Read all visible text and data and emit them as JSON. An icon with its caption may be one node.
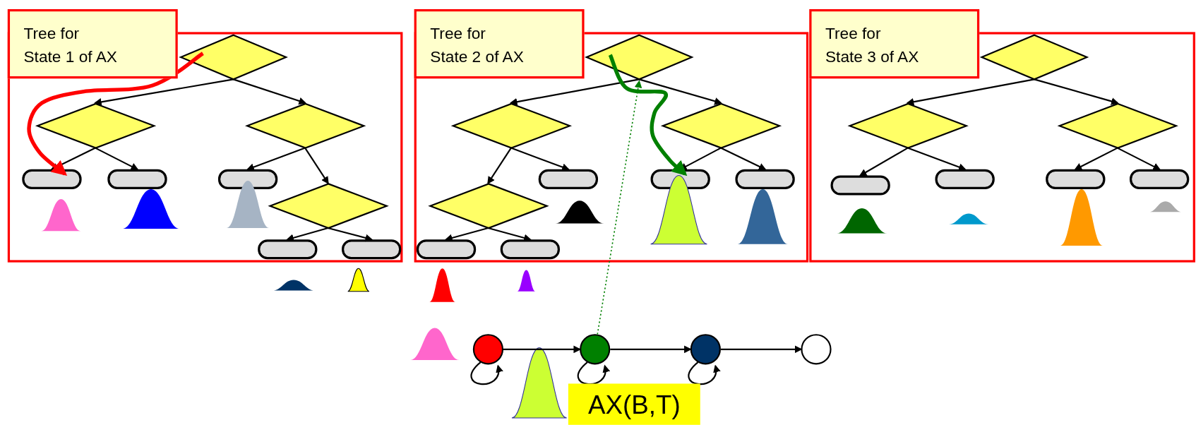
{
  "diagram": {
    "nodes": [
      {
        "text": [],
        "shape": "box"
      },
      {
        "text": [
          "Tree for State 1 of AX"
        ]
      },
      {
        "text": [],
        "shape": "diamond",
        "in": 0
      },
      {
        "text": [],
        "shape": "diamond",
        "in": 0
      },
      {
        "text": [],
        "shape": "diamond",
        "in": 0
      },
      {
        "text": [],
        "shape": "box",
        "in": 0
      },
      {
        "text": [],
        "shape": "box",
        "in": 0
      },
      {
        "text": [],
        "shape": "box",
        "in": 0
      },
      {
        "text": [],
        "shape": "diamond",
        "in": 0
      },
      {
        "text": [],
        "shape": "box",
        "in": 0
      },
      {
        "text": [],
        "shape": "box",
        "in": 0
      },
      {
        "text": [],
        "shape": "box"
      },
      {
        "text": [
          "Tree for State 2 of AX"
        ]
      },
      {
        "text": [],
        "shape": "diamond",
        "in": 11
      },
      {
        "text": [],
        "shape": "diamond",
        "in": 11
      },
      {
        "text": [],
        "shape": "diamond",
        "in": 11
      },
      {
        "text": [],
        "shape": "diamond",
        "in": 11
      },
      {
        "text": [],
        "shape": "box",
        "in": 11
      },
      {
        "text": [],
        "shape": "box",
        "in": 11
      },
      {
        "text": [],
        "shape": "box",
        "in": 11
      },
      {
        "text": [],
        "shape": "box",
        "in": 11
      },
      {
        "text": [],
        "shape": "box",
        "in": 11
      },
      {
        "text": [],
        "shape": "box"
      },
      {
        "text": [
          "Tree for State 3 of AX"
        ]
      },
      {
        "text": [],
        "shape": "diamond",
        "in": 22
      },
      {
        "text": [],
        "shape": "diamond",
        "in": 22
      },
      {
        "text": [],
        "shape": "diamond",
        "in": 22
      },
      {
        "text": [],
        "shape": "box",
        "in": 22
      },
      {
        "text": [],
        "shape": "box",
        "in": 22
      },
      {
        "text": [],
        "shape": "box",
        "in": 22
      },
      {
        "text": [],
        "shape": "box",
        "in": 22
      },
      {
        "text": [],
        "shape": "circle"
      },
      {
        "text": [],
        "shape": "circle"
      },
      {
        "text": [],
        "shape": "circle"
      },
      {
        "text": [],
        "shape": "circle"
      },
      {
        "text": [
          "AX(B,T)"
        ]
      },
      {
        "text": [],
        "shape": "curve",
        "in": 0
      },
      {
        "text": [],
        "shape": "curve",
        "in": 0
      },
      {
        "text": [],
        "shape": "curve",
        "in": 0
      },
      {
        "text": [],
        "shape": "curve"
      },
      {
        "text": [],
        "shape": "curve"
      },
      {
        "text": [],
        "shape": "curve",
        "in": 11
      },
      {
        "text": [],
        "shape": "curve",
        "in": 11
      },
      {
        "text": [],
        "shape": "curve",
        "in": 11
      },
      {
        "text": [],
        "shape": "curve"
      },
      {
        "text": [],
        "shape": "curve"
      },
      {
        "text": [],
        "shape": "curve",
        "in": 22
      },
      {
        "text": [],
        "shape": "curve",
        "in": 22
      },
      {
        "text": [],
        "shape": "curve",
        "in": 22
      },
      {
        "text": [],
        "shape": "curve",
        "in": 22
      },
      {
        "text": [],
        "shape": "curve"
      },
      {
        "text": [],
        "shape": "curve"
      }
    ],
    "edges": [
      {
        "from": 2,
        "to": 3,
        "arrow": "to"
      },
      {
        "from": 2,
        "to": 4,
        "arrow": "to"
      },
      {
        "from": 3,
        "to": 5,
        "arrow": "to"
      },
      {
        "from": 3,
        "to": 6,
        "arrow": "to"
      },
      {
        "from": 4,
        "to": 7,
        "arrow": "to"
      },
      {
        "from": 4,
        "to": 8,
        "arrow": "to"
      },
      {
        "from": 8,
        "to": 9,
        "arrow": "to"
      },
      {
        "from": 8,
        "to": 10,
        "arrow": "to"
      },
      {
        "from": 13,
        "to": 14,
        "arrow": "to"
      },
      {
        "from": 13,
        "to": 15,
        "arrow": "to"
      },
      {
        "from": 14,
        "to": 16,
        "arrow": "to"
      },
      {
        "from": 14,
        "to": 17,
        "arrow": "to"
      },
      {
        "from": 16,
        "to": 18,
        "arrow": "to"
      },
      {
        "from": 16,
        "to": 19,
        "arrow": "to"
      },
      {
        "from": 15,
        "to": 20,
        "arrow": "to"
      },
      {
        "from": 15,
        "to": 21,
        "arrow": "to"
      },
      {
        "from": 24,
        "to": 25,
        "arrow": "to"
      },
      {
        "from": 24,
        "to": 26,
        "arrow": "to"
      },
      {
        "from": 25,
        "to": 27,
        "arrow": "to"
      },
      {
        "from": 25,
        "to": 28,
        "arrow": "to"
      },
      {
        "from": 26,
        "to": 29,
        "arrow": "to"
      },
      {
        "from": 26,
        "to": 30,
        "arrow": "to"
      },
      {
        "from": 2,
        "to": 5,
        "arrow": "to",
        "style": "thick",
        "color": "#ff0000"
      },
      {
        "from": 13,
        "to": 20,
        "arrow": "to",
        "style": "thick",
        "color": "#008000"
      },
      {
        "from": 31,
        "to": 32,
        "arrow": "to"
      },
      {
        "from": 32,
        "to": 33,
        "arrow": "to"
      },
      {
        "from": 33,
        "to": 34,
        "arrow": "to"
      },
      {
        "from": 31,
        "to": 31,
        "arrow": "to"
      },
      {
        "from": 32,
        "to": 32,
        "arrow": "to"
      },
      {
        "from": 33,
        "to": 33,
        "arrow": "to"
      },
      {
        "from": 32,
        "to": 13,
        "arrow": "to",
        "style": "dashed",
        "color": "#008000"
      }
    ]
  }
}
